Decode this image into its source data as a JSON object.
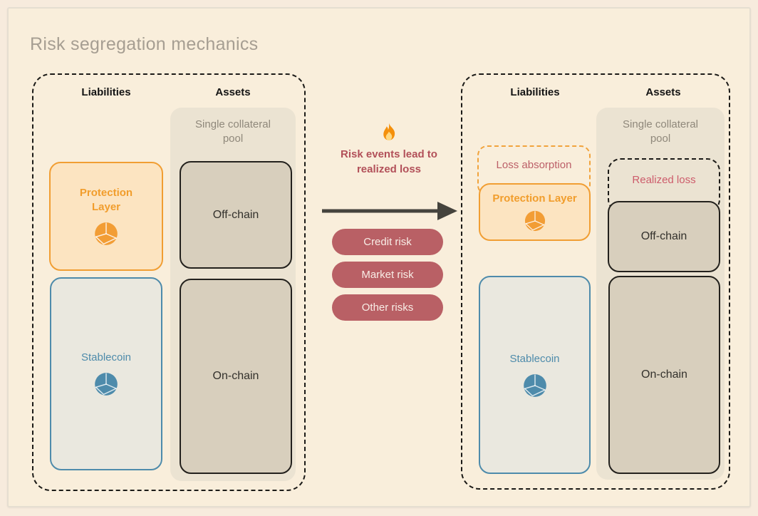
{
  "page": {
    "title": "Risk segregation mechanics"
  },
  "left_panel": {
    "liabilities_header": "Liabilities",
    "assets_header": "Assets",
    "collateral_pool_label": "Single collateral pool",
    "protection_layer_label": "Protection Layer",
    "stablecoin_label": "Stablecoin",
    "off_chain_label": "Off-chain",
    "on_chain_label": "On-chain"
  },
  "middle": {
    "fire_icon": "fire",
    "heading_line1": "Risk events lead to",
    "heading_line2": "realized loss",
    "risk_pills": [
      "Credit risk",
      "Market risk",
      "Other risks"
    ]
  },
  "right_panel": {
    "liabilities_header": "Liabilities",
    "assets_header": "Assets",
    "collateral_pool_label": "Single collateral pool",
    "loss_absorption_label": "Loss absorption",
    "realized_loss_label": "Realized loss",
    "protection_layer_label": "Protection Layer",
    "stablecoin_label": "Stablecoin",
    "off_chain_label": "Off-chain",
    "on_chain_label": "On-chain"
  },
  "colors": {
    "background": "#f9eedb",
    "title_gray": "#a69e92",
    "orange_accent": "#f19e33",
    "blue_accent": "#4e8bab",
    "tan_box": "#d8cfbd",
    "collateral_column": "#ebe3d2",
    "risk_red": "#b96065",
    "heading_red": "#b25059",
    "loss_absorption_text": "#bc5f68",
    "realized_loss_text": "#cd5c6b"
  }
}
